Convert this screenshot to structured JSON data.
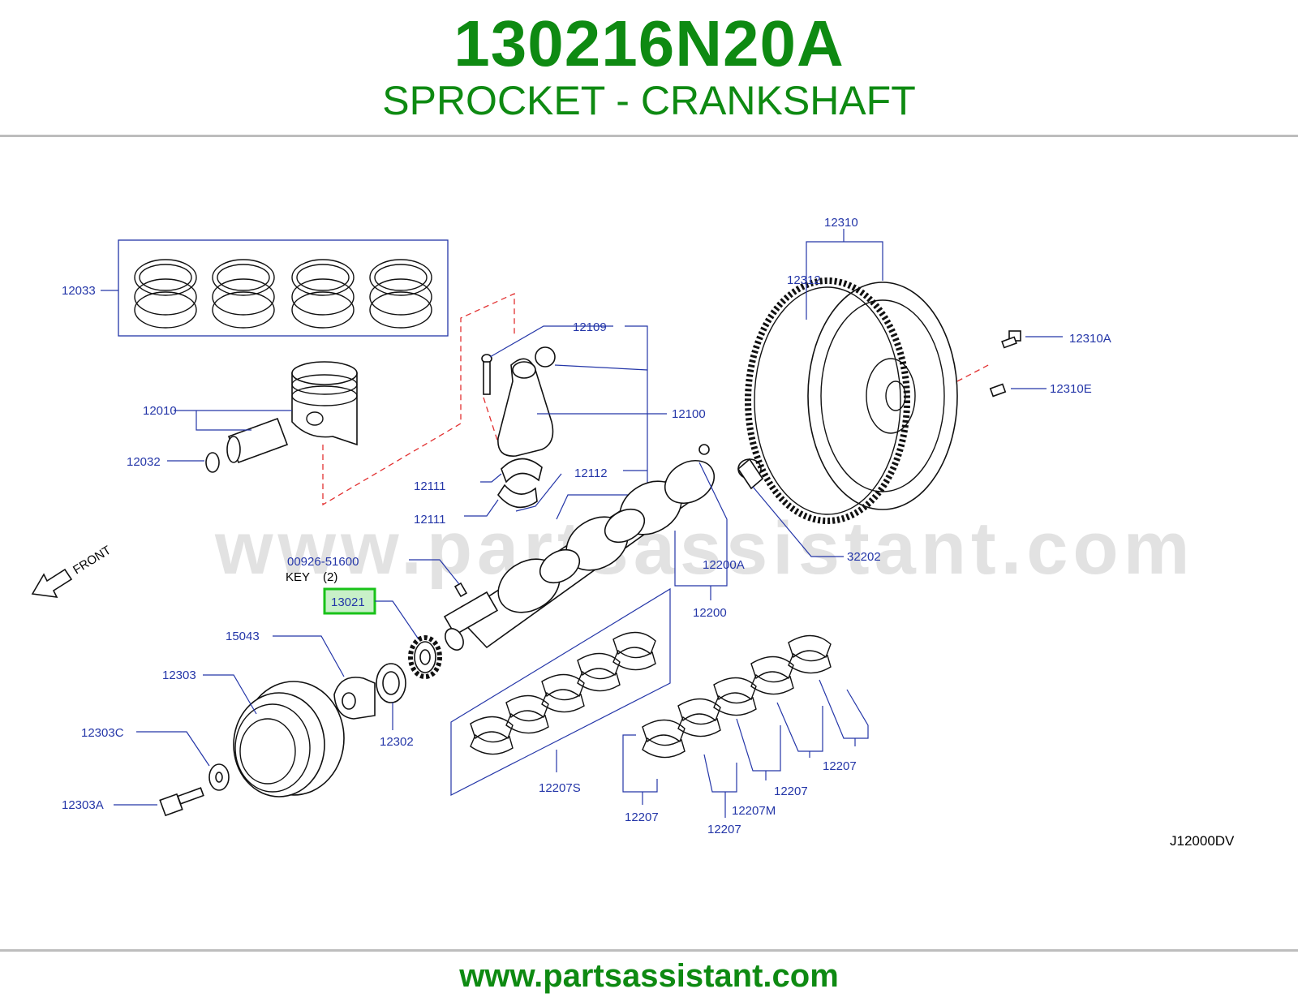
{
  "header": {
    "part_number": "130216N20A",
    "part_name": "SPROCKET - CRANKSHAFT"
  },
  "diagram": {
    "watermark": "www.partsassistant.com",
    "diagram_code": "J12000DV",
    "direction_label": "FRONT",
    "labels": {
      "l12033": "12033",
      "l12010": "12010",
      "l12032": "12032",
      "l12109": "12109",
      "l12100": "12100",
      "l12111a": "12111",
      "l12111b": "12111",
      "l12112": "12112",
      "l12310": "12310",
      "l12312": "12312",
      "l12310A": "12310A",
      "l12310E": "12310E",
      "l32202": "32202",
      "l12200A": "12200A",
      "l12200": "12200",
      "l00926": "00926-51600",
      "lKey": "KEY",
      "lKeyQty": "(2)",
      "l13021": "13021",
      "l15043": "15043",
      "l12303": "12303",
      "l12302": "12302",
      "l12303C": "12303C",
      "l12303A": "12303A",
      "l12207S": "12207S",
      "l12207a": "12207",
      "l12207b": "12207",
      "l12207M": "12207M",
      "l12207c": "12207",
      "l12207d": "12207"
    },
    "highlight_color": "#19c219",
    "label_color": "#2436a8"
  },
  "footer": {
    "website": "www.partsassistant.com"
  }
}
